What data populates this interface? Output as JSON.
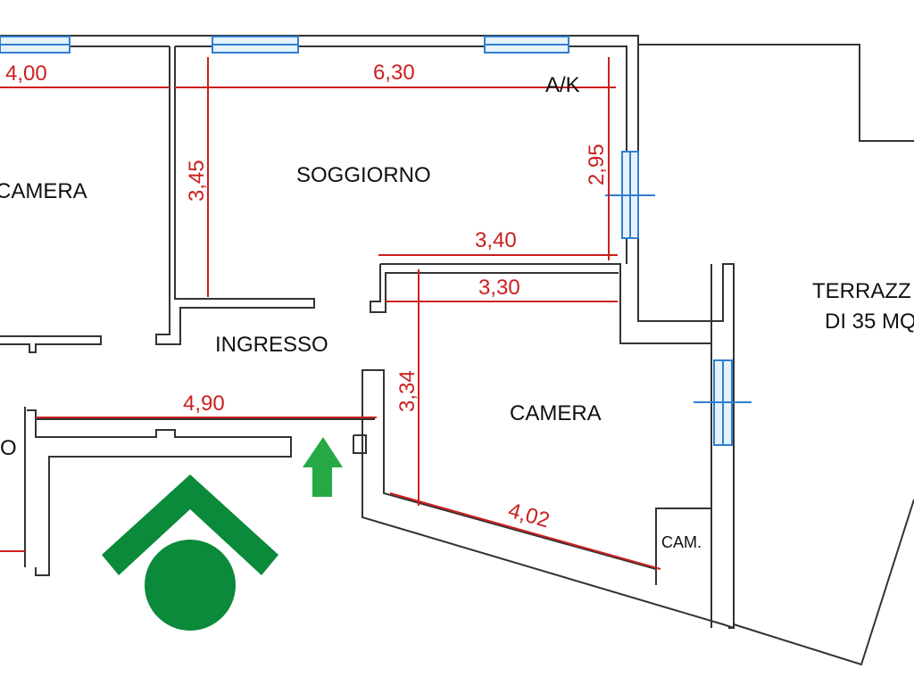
{
  "colors": {
    "wall": "#333333",
    "dimension": "#cc1f1f",
    "window": "#2f7fd0",
    "logo": "#0a8a3a",
    "arrow": "#26a845"
  },
  "rooms": {
    "camera_left": "CAMERA",
    "soggiorno": "SOGGIORNO",
    "ak": "A/K",
    "ingresso": "INGRESSO",
    "camera_right": "CAMERA",
    "cam_box": "CAM.",
    "terrace_line1": "TERRAZZ",
    "terrace_line2": "DI 35 MQ",
    "left_partial": "O"
  },
  "dimensions": {
    "camera_left_width": "4,00",
    "soggiorno_width": "6,30",
    "soggiorno_depth": "3,45",
    "ak_depth": "2,95",
    "ak_width": "3,40",
    "camera_right_width": "3,30",
    "camera_right_depth": "3,34",
    "ingresso_length": "4,90",
    "camera_right_diagonal": "4,02"
  },
  "icons": {
    "logo": "house-logo-icon",
    "entrance": "entrance-arrow-icon"
  }
}
